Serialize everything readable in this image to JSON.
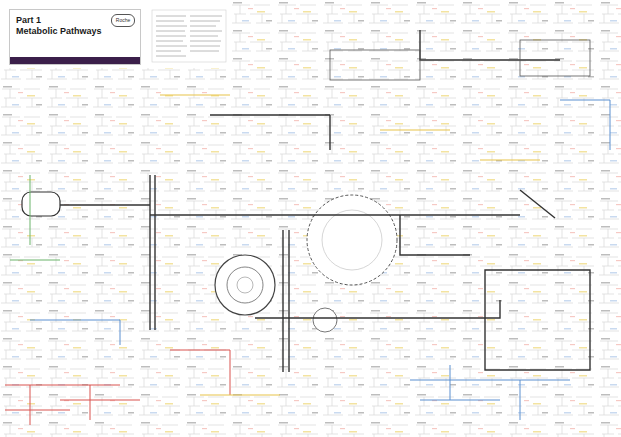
{
  "diagram": {
    "title": "Metabolic Pathways",
    "labels": [
      "Part 1",
      "Roche"
    ]
  }
}
